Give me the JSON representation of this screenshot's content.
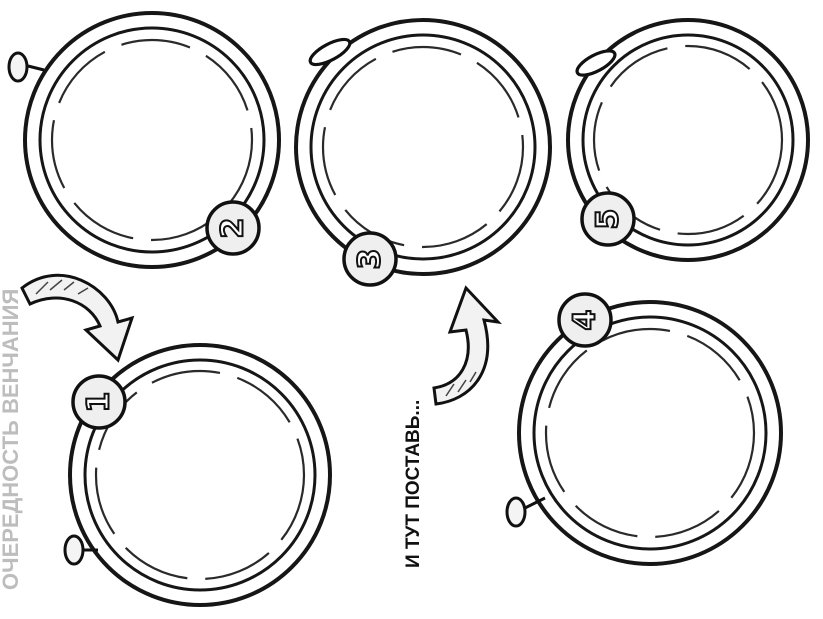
{
  "header": {
    "faded_title": "ОЧЕРЕДНОСТЬ ВЕНЧАНИЯ"
  },
  "caption": {
    "text": "И ТУТ ПОСТАВЬ..."
  },
  "steps": [
    {
      "label": "1"
    },
    {
      "label": "2"
    },
    {
      "label": "3"
    },
    {
      "label": "4"
    },
    {
      "label": "5"
    }
  ]
}
